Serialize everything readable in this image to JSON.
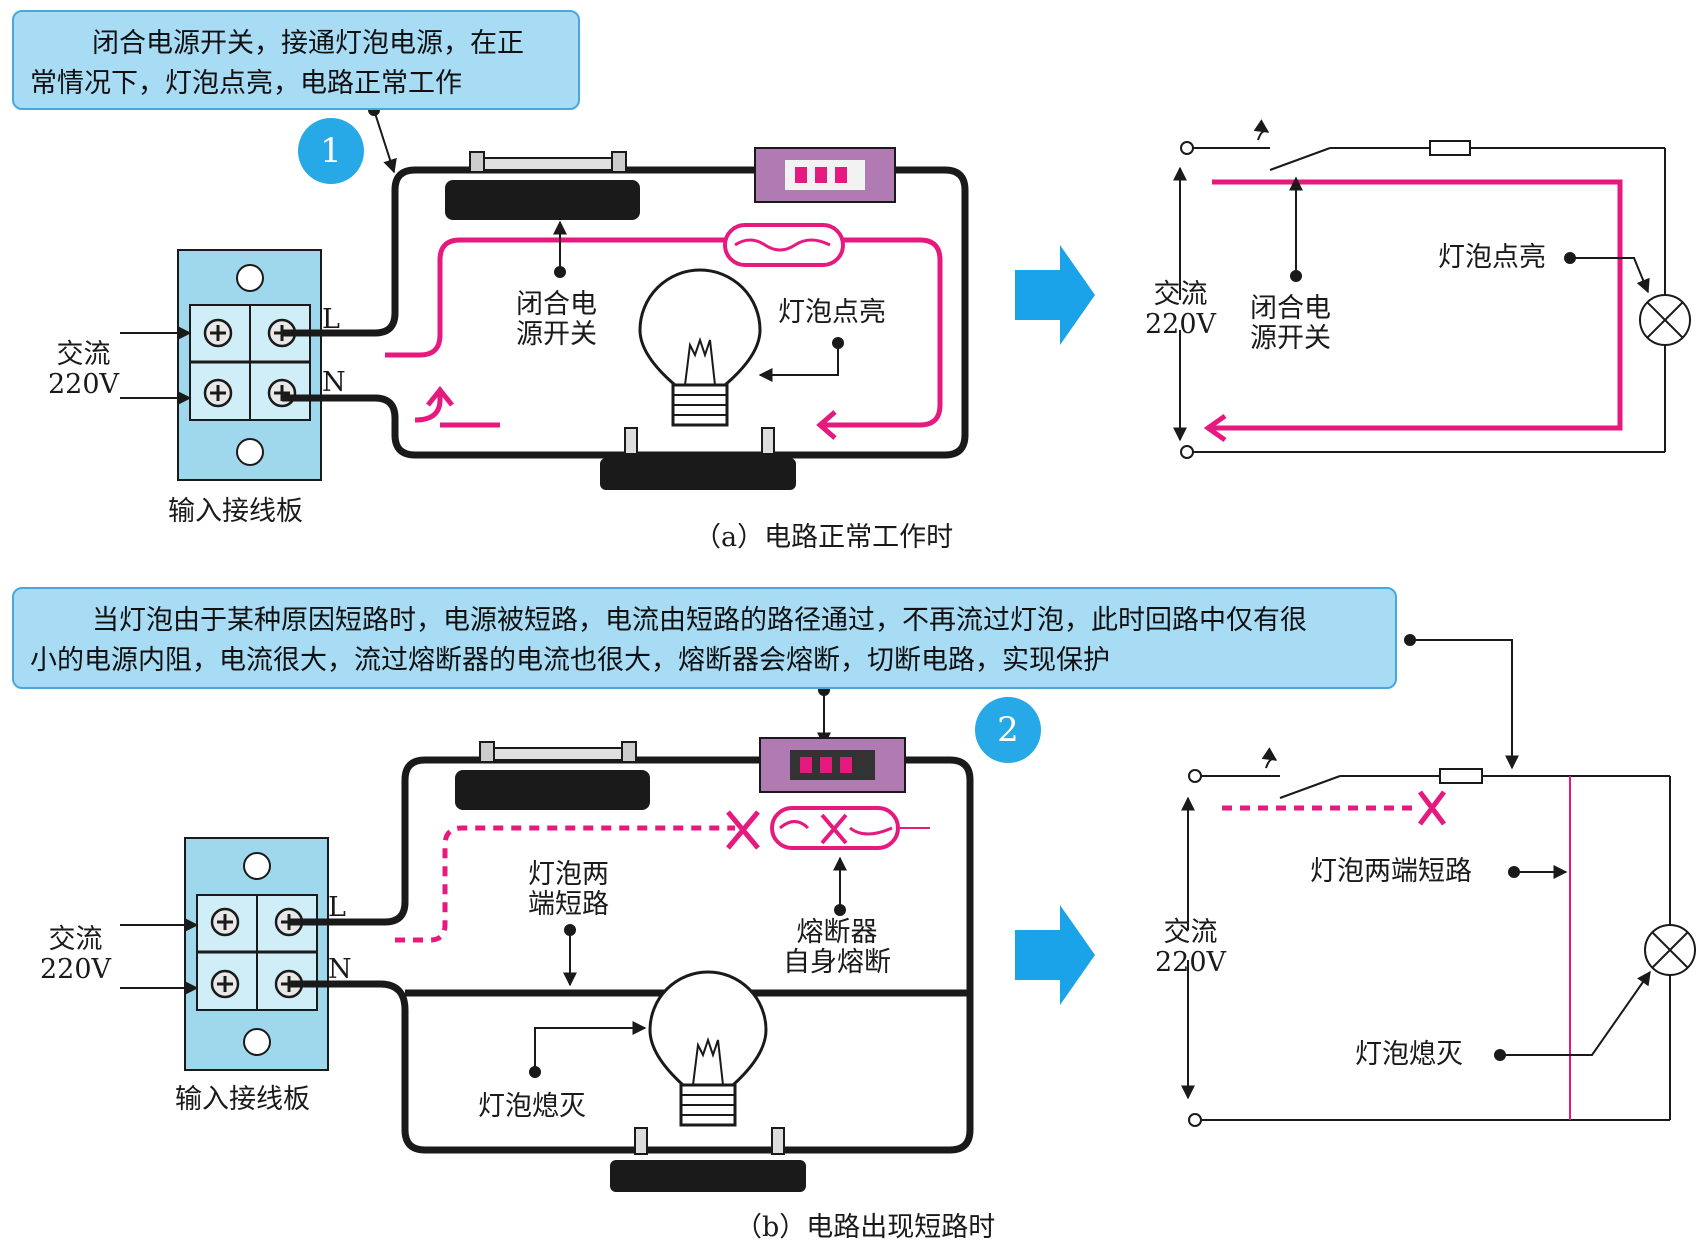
{
  "panel_a": {
    "callout": [
      "闭合电源开关，接通灯泡电源，在正",
      "常情况下，灯泡点亮，电路正常工作"
    ],
    "badge": "1",
    "terminal_L": "L",
    "terminal_N": "N",
    "ac_label": [
      "交流",
      "220V"
    ],
    "board_label": "输入接线板",
    "switch_label": [
      "闭合电",
      "源开关"
    ],
    "lamp_label": "灯泡点亮",
    "schematic_ac": [
      "交流",
      "220V"
    ],
    "schematic_switch": [
      "闭合电",
      "源开关"
    ],
    "schematic_lamp": "灯泡点亮",
    "caption": "（a）电路正常工作时"
  },
  "panel_b": {
    "callout": [
      "当灯泡由于某种原因短路时，电源被短路，电流由短路的路径通过，不再流过灯泡，此时回路中仅有很",
      "小的电源内阻，电流很大，流过熔断器的电流也很大，熔断器会熔断，切断电路，实现保护"
    ],
    "badge": "2",
    "terminal_L": "L",
    "terminal_N": "N",
    "ac_label": [
      "交流",
      "220V"
    ],
    "board_label": "输入接线板",
    "short_label": [
      "灯泡两",
      "端短路"
    ],
    "fuse_label": [
      "熔断器",
      "自身熔断"
    ],
    "lamp_off_label": "灯泡熄灭",
    "schematic_ac": [
      "交流",
      "220V"
    ],
    "schematic_short": "灯泡两端短路",
    "schematic_lamp_off": "灯泡熄灭",
    "caption": "（b）电路出现短路时"
  },
  "colors": {
    "current": "#e6197f",
    "wire": "#1a1a1a",
    "callout_bg": "#a8dcf5",
    "arrow": "#1aa3e8",
    "board": "#9fd8ec"
  }
}
